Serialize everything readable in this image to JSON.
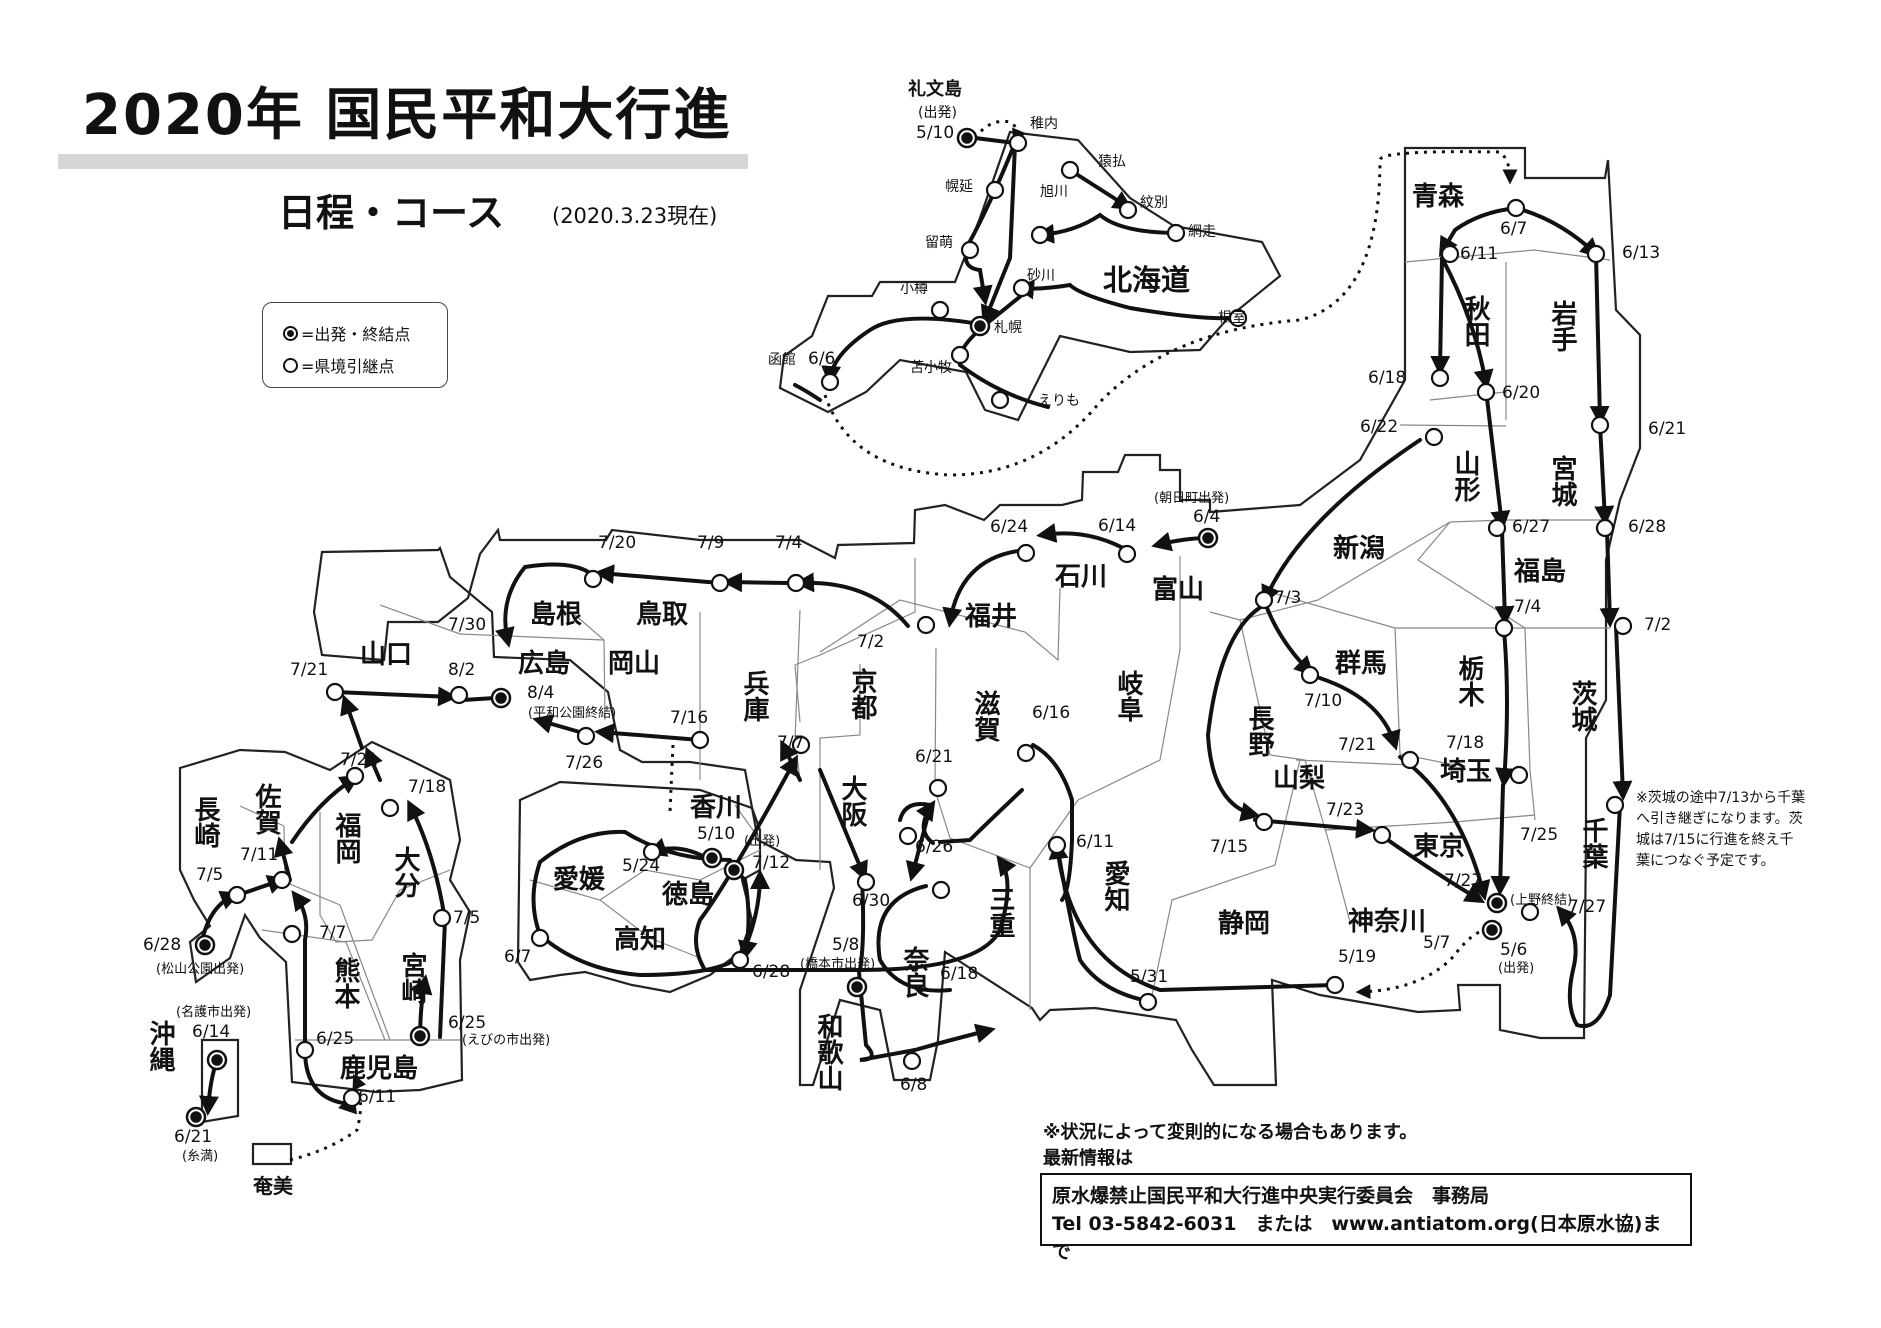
{
  "header": {
    "title": "2020年 国民平和大行進",
    "subtitle": "日程・コース",
    "as_of": "(2020.3.23現在)"
  },
  "legend": {
    "start_end": "=出発・終結点",
    "border_relay": "=県境引継点"
  },
  "map": {
    "prefectures": [
      "北海道",
      "青森",
      "秋田",
      "岩手",
      "山形",
      "宮城",
      "福島",
      "新潟",
      "富山",
      "石川",
      "福井",
      "岐阜",
      "長野",
      "群馬",
      "栃木",
      "茨城",
      "埼玉",
      "千葉",
      "東京",
      "神奈川",
      "山梨",
      "静岡",
      "愛知",
      "三重",
      "滋賀",
      "京都",
      "奈良",
      "大阪",
      "和歌山",
      "兵庫",
      "鳥取",
      "岡山",
      "島根",
      "広島",
      "山口",
      "香川",
      "徳島",
      "愛媛",
      "高知",
      "福岡",
      "佐賀",
      "長崎",
      "大分",
      "熊本",
      "宮崎",
      "鹿児島",
      "沖縄",
      "奄美"
    ],
    "hokkaido_places": [
      "礼文島",
      "(出発)",
      "稚内",
      "猿払",
      "紋別",
      "網走",
      "幌延",
      "旭川",
      "留萌",
      "砂川",
      "小樽",
      "札幌",
      "根室",
      "函館",
      "苫小牧",
      "えりも"
    ],
    "dates": [
      "5/10",
      "6/6",
      "6/7",
      "6/13",
      "6/11",
      "6/18",
      "6/20",
      "6/21",
      "6/22",
      "6/27",
      "6/28",
      "6/4",
      "6/14",
      "6/24",
      "7/3",
      "7/4",
      "7/2",
      "7/20",
      "7/9",
      "7/4",
      "7/30",
      "7/2",
      "7/21",
      "8/2",
      "8/4",
      "7/16",
      "7/26",
      "7/7",
      "6/16",
      "6/21",
      "6/26",
      "6/30",
      "6/11",
      "6/18",
      "5/8",
      "6/8",
      "7/10",
      "7/21",
      "7/18",
      "7/15",
      "7/23",
      "7/25",
      "7/27",
      "7/27",
      "5/6",
      "5/7",
      "5/19",
      "5/31",
      "5/10",
      "5/24",
      "7/12",
      "6/7",
      "6/28",
      "7/21",
      "7/18",
      "7/5",
      "7/11",
      "6/28",
      "7/7",
      "7/5",
      "6/25",
      "6/25",
      "6/11",
      "6/14",
      "6/21"
    ],
    "notes": {
      "asahi": "(朝日町出発)",
      "hiroshima": "(平和公園終結)",
      "kagawa": "(出発)",
      "hashimoto": "(橋本市出発)",
      "ueno": "(上野終結)",
      "tokyo_start": "(出発)",
      "matsuyama": "(松山公園出発)",
      "ebino": "(えびの市出発)",
      "nago": "(名護市出発)",
      "itoman": "(糸満)"
    }
  },
  "ibaraki_note": "※茨城の途中7/13から千葉へ引き継ぎになります。茨城は7/15に行進を終え千葉につなぐ予定です。",
  "footer": {
    "disclaimer": "※状況によって変則的になる場合もあります。",
    "latest_info": "最新情報は",
    "contact_org": "原水爆禁止国民平和大行進中央実行委員会　事務局",
    "contact_line": "Tel 03-5842-6031　または　www.antiatom.org(日本原水協)まで"
  }
}
